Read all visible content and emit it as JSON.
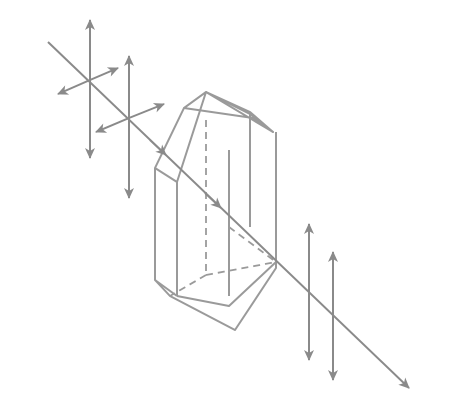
{
  "diagram": {
    "elements": [
      {
        "name": "light-ray",
        "kind": "line"
      },
      {
        "name": "incident-polarization-cross-1",
        "kind": "arrow-cross"
      },
      {
        "name": "incident-polarization-cross-2",
        "kind": "arrow-cross"
      },
      {
        "name": "crystal-prism",
        "kind": "shape"
      },
      {
        "name": "transmitted-polarization-arrow-1",
        "kind": "double-arrow"
      },
      {
        "name": "transmitted-polarization-arrow-2",
        "kind": "double-arrow"
      }
    ],
    "colors": {
      "crystal_edge": "#9a9a9a",
      "arrow": "#8a8a8a",
      "ray": "#8a8a8a",
      "background": "#ffffff"
    }
  }
}
